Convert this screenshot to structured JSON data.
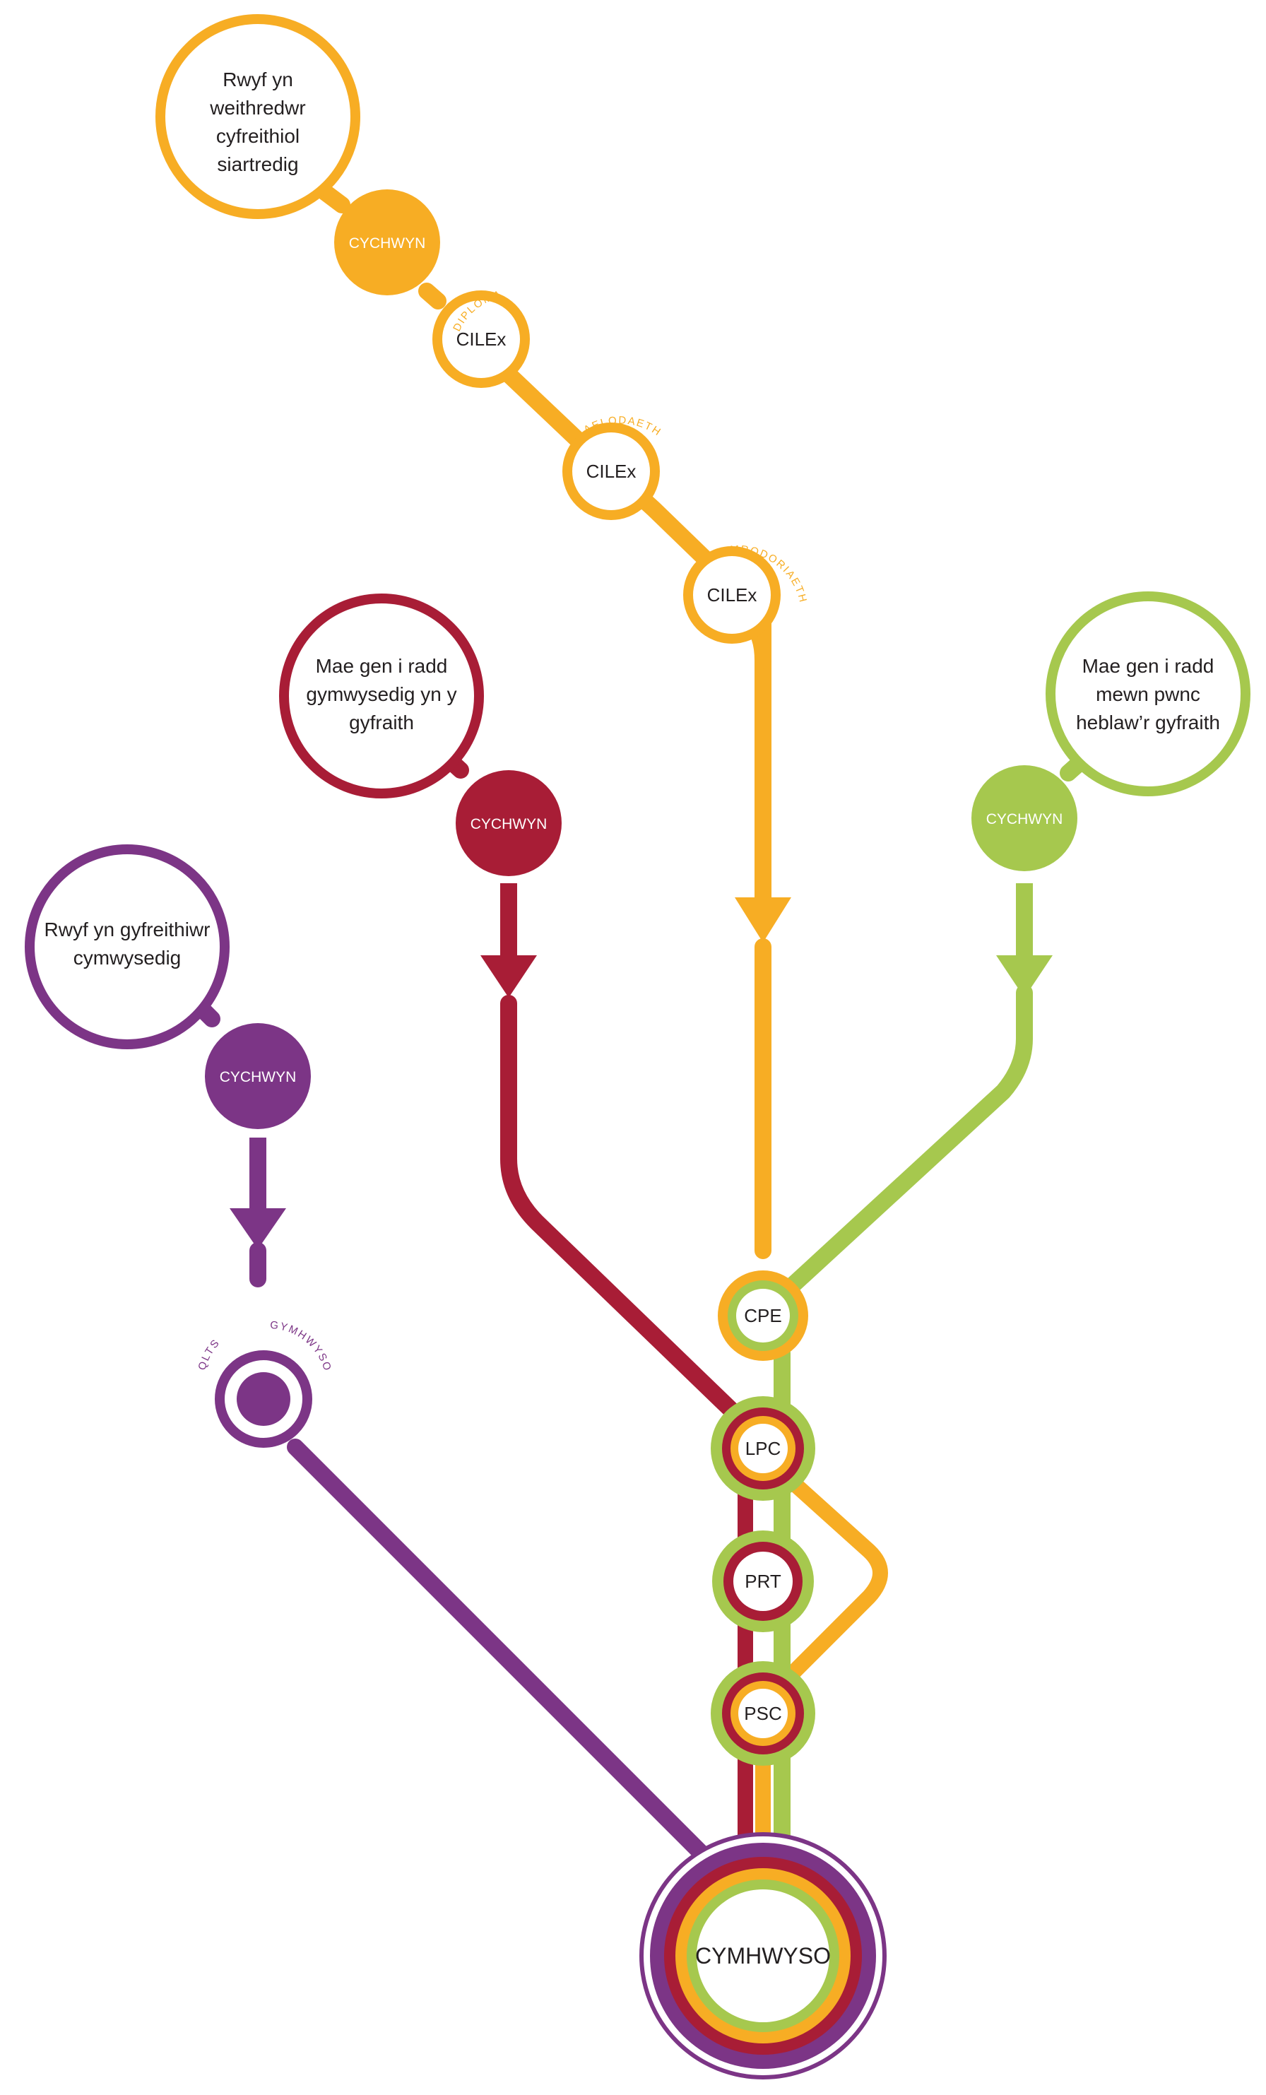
{
  "colors": {
    "orange": "#f7ad24",
    "red": "#a81d36",
    "green": "#a6c84e",
    "purple": "#7c3586"
  },
  "routes": {
    "chartered": {
      "color": "orange",
      "statement_lines": [
        "Rwyf yn",
        "weithredwr",
        "cyfreithiol",
        "siartredig"
      ],
      "start_label": "CYCHWYN",
      "stages": [
        {
          "label": "CILEx",
          "tag": "DIPLOMA"
        },
        {
          "label": "CILEx",
          "tag": "AELODAETH"
        },
        {
          "label": "CILEx",
          "tag": "CYMRODORIAETH"
        }
      ]
    },
    "law_degree": {
      "color": "red",
      "statement_lines": [
        "Mae gen i radd",
        "gymwysedig yn y",
        "gyfraith"
      ],
      "start_label": "CYCHWYN"
    },
    "non_law_degree": {
      "color": "green",
      "statement_lines": [
        "Mae gen i radd",
        "mewn pwnc",
        "heblaw’r gyfraith"
      ],
      "start_label": "CYCHWYN"
    },
    "qualified_lawyer": {
      "color": "purple",
      "statement_lines": [
        "Rwyf yn gyfreithiwr",
        "cymwysedig"
      ],
      "start_label": "CYCHWYN",
      "qlts_tag_left": "QLTS",
      "qlts_tag_right": "GYMHWYSO"
    }
  },
  "shared_stages": {
    "cpe": "CPE",
    "lpc": "LPC",
    "prt": "PRT",
    "psc": "PSC"
  },
  "destination": "CYMHWYSO"
}
